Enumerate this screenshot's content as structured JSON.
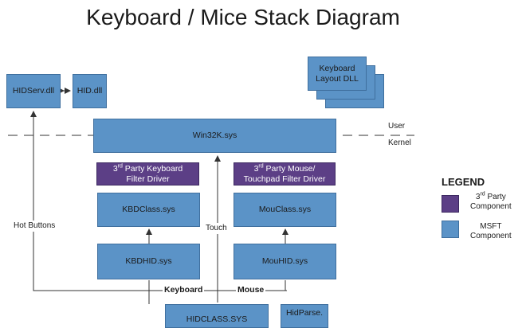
{
  "title": "Keyboard / Mice Stack Diagram",
  "boxes": {
    "hidserv": "HIDServ.dll",
    "hiddll": "HID.dll",
    "kbd_layout": "Keyboard\nLayout DLL",
    "win32k": "Win32K.sys",
    "kbd_filter_sup": "rd",
    "kbd_filter_pre": "3",
    "kbd_filter_line1": " Party Keyboard",
    "kbd_filter_line2": "Filter Driver",
    "mouse_filter_sup": "rd",
    "mouse_filter_pre": "3",
    "mouse_filter_line1": " Party Mouse/",
    "mouse_filter_line2": "Touchpad Filter Driver",
    "kbdclass": "KBDClass.sys",
    "mouclass": "MouClass.sys",
    "kbdhid": "KBDHID.sys",
    "mouhid": "MouHID.sys",
    "hidclass": "HIDCLASS.SYS",
    "hidparse": "HidParse."
  },
  "labels": {
    "user": "User",
    "kernel": "Kernel",
    "hot_buttons": "Hot Buttons",
    "touch": "Touch",
    "keyboard": "Keyboard",
    "mouse": "Mouse"
  },
  "legend": {
    "title": "LEGEND",
    "third_party_pre": "3",
    "third_party_sup": "rd",
    "third_party_line1": " Party",
    "third_party_line2": "Component",
    "msft_line1": "MSFT",
    "msft_line2": "Component"
  },
  "colors": {
    "msft_fill": "#5b93c7",
    "third_party_fill": "#5c3f86",
    "line": "#333333"
  }
}
